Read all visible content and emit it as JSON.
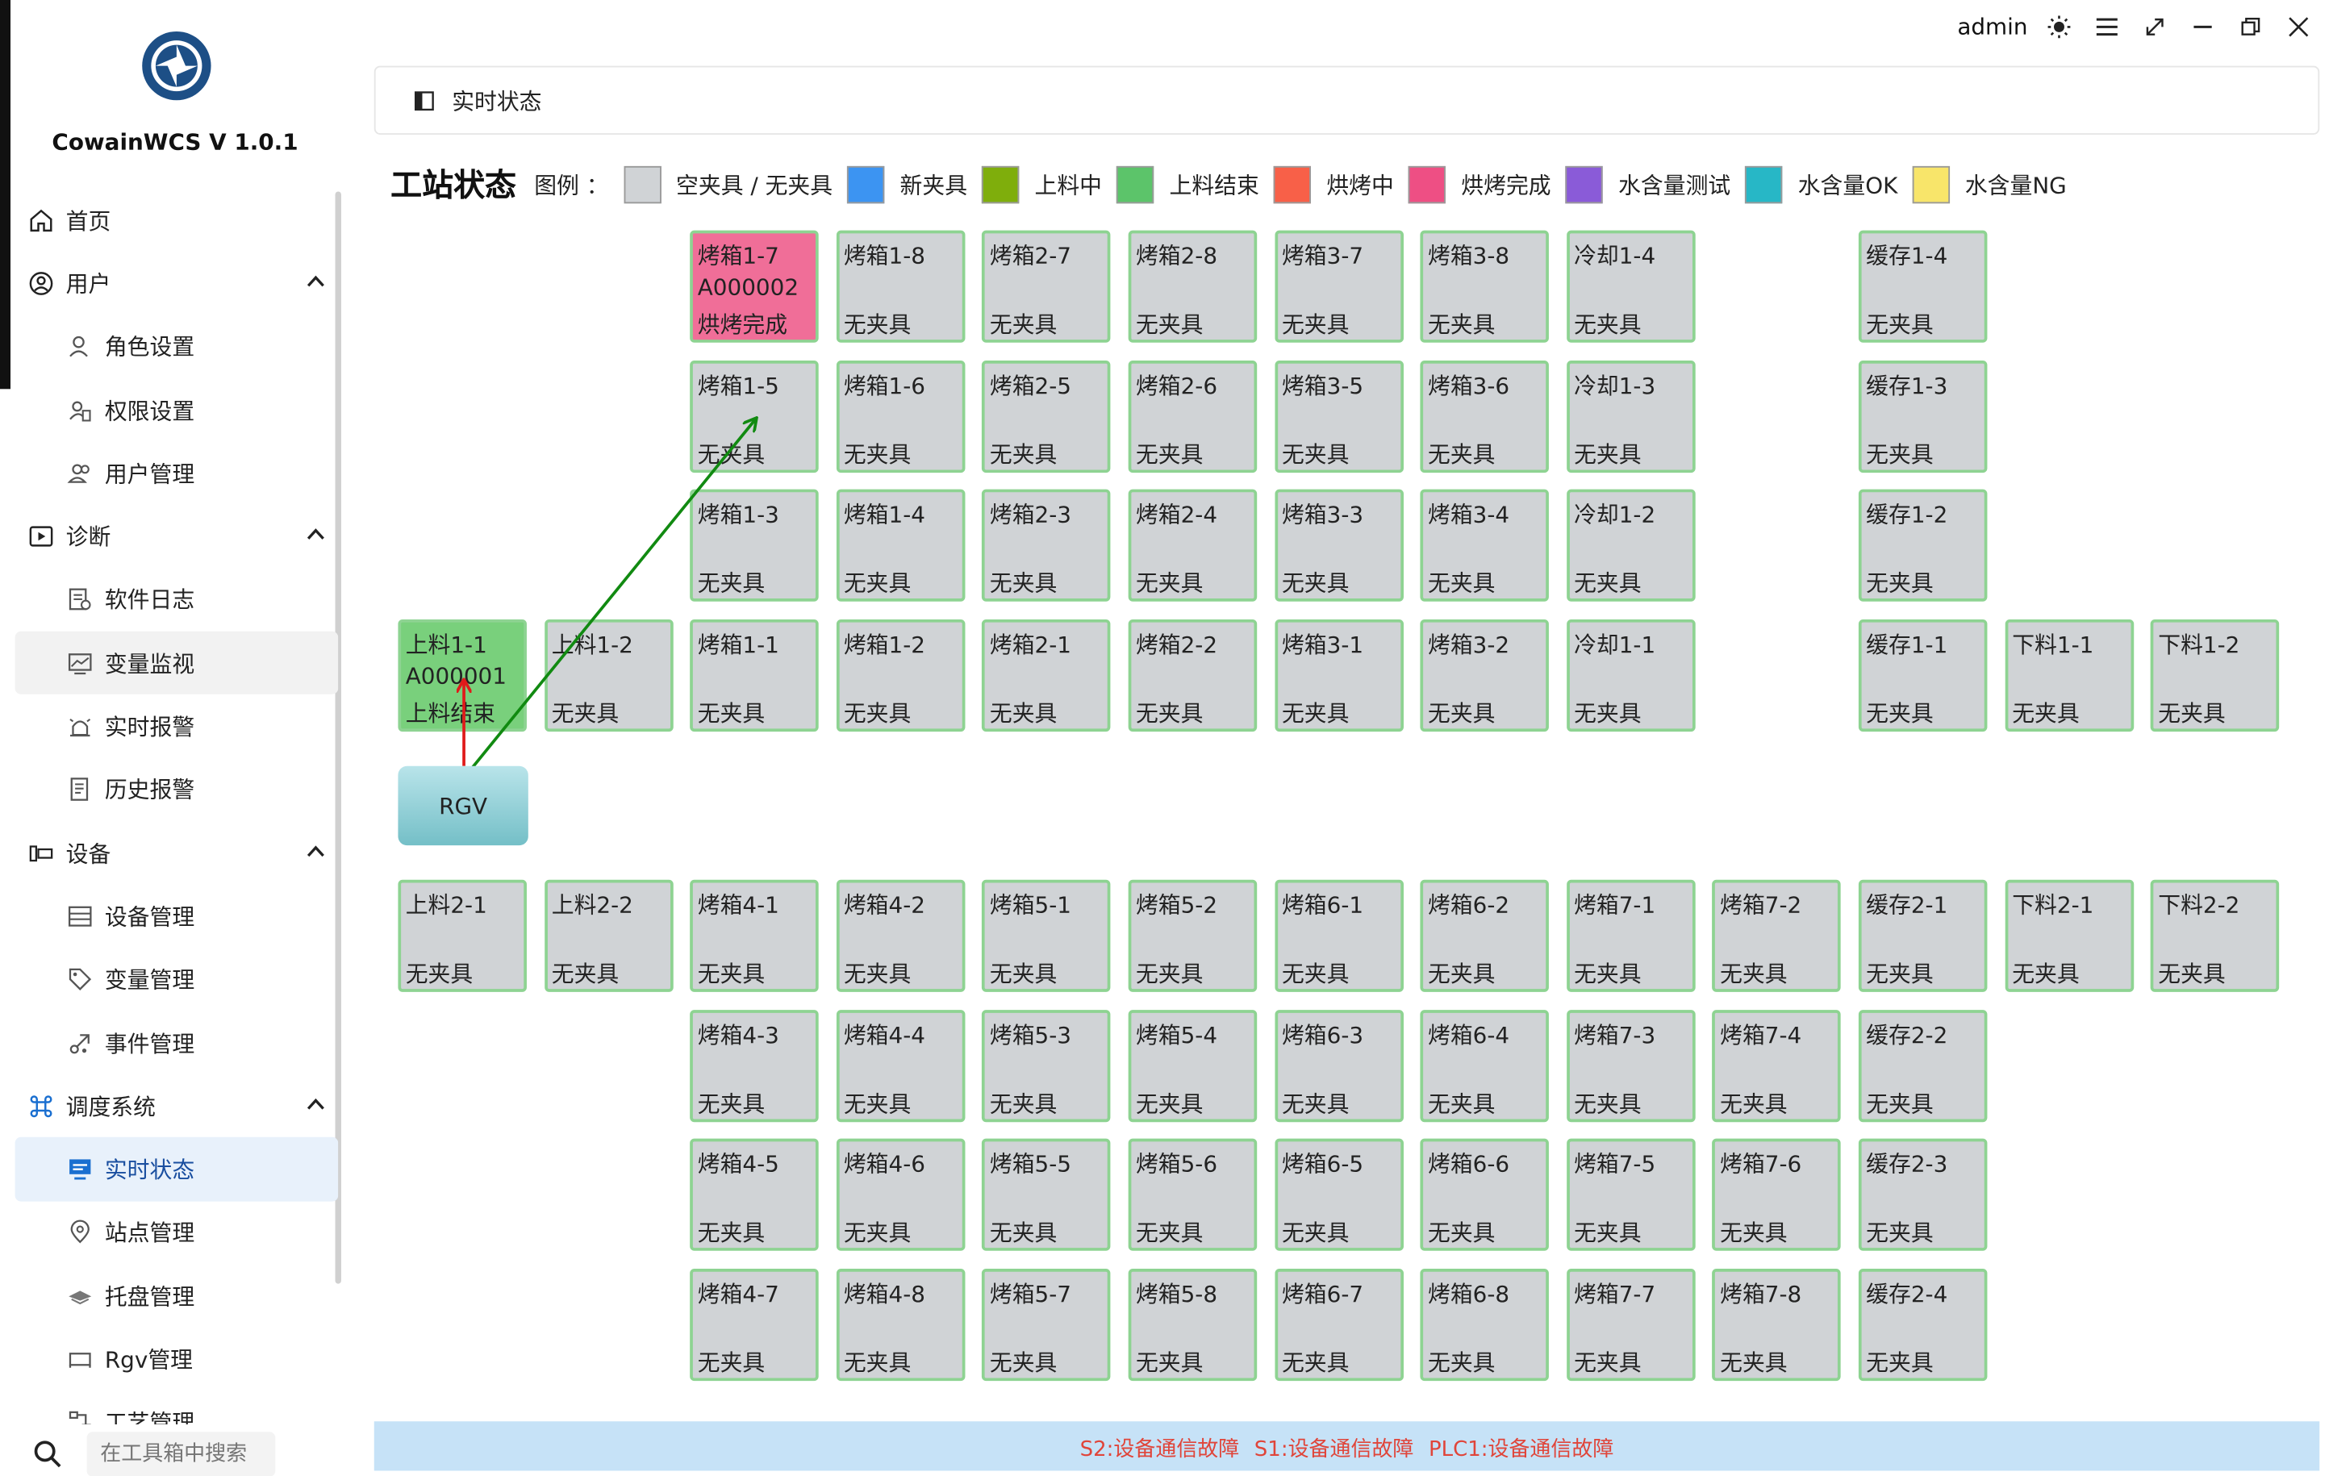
{
  "app": {
    "name": "CowainWCS  V 1.0.1"
  },
  "titlebar": {
    "user": "admin"
  },
  "sidebar": {
    "items": [
      {
        "label": "首页",
        "icon": "home-icon",
        "level": "top"
      },
      {
        "label": "用户",
        "icon": "user-circle-icon",
        "level": "top",
        "expanded": true
      },
      {
        "label": "角色设置",
        "icon": "role-icon",
        "level": "sub"
      },
      {
        "label": "权限设置",
        "icon": "permission-icon",
        "level": "sub"
      },
      {
        "label": "用户管理",
        "icon": "users-icon",
        "level": "sub"
      },
      {
        "label": "诊断",
        "icon": "play-square-icon",
        "level": "top",
        "expanded": true
      },
      {
        "label": "软件日志",
        "icon": "log-icon",
        "level": "sub"
      },
      {
        "label": "变量监视",
        "icon": "monitor-chart-icon",
        "level": "sub"
      },
      {
        "label": "实时报警",
        "icon": "alarm-icon",
        "level": "sub"
      },
      {
        "label": "历史报警",
        "icon": "history-doc-icon",
        "level": "sub"
      },
      {
        "label": "设备",
        "icon": "device-icon",
        "level": "top",
        "expanded": true
      },
      {
        "label": "设备管理",
        "icon": "table-icon",
        "level": "sub"
      },
      {
        "label": "变量管理",
        "icon": "tag-icon",
        "level": "sub"
      },
      {
        "label": "事件管理",
        "icon": "event-icon",
        "level": "sub"
      },
      {
        "label": "调度系统",
        "icon": "command-icon",
        "level": "top",
        "expanded": true
      },
      {
        "label": "实时状态",
        "icon": "realtime-icon",
        "level": "sub",
        "active": true
      },
      {
        "label": "站点管理",
        "icon": "location-pin-icon",
        "level": "sub"
      },
      {
        "label": "托盘管理",
        "icon": "tray-icon",
        "level": "sub"
      },
      {
        "label": "Rgv管理",
        "icon": "rgv-icon",
        "level": "sub"
      },
      {
        "label": "工艺管理",
        "icon": "process-icon",
        "level": "sub"
      }
    ],
    "search_placeholder": "在工具箱中搜索"
  },
  "tab": {
    "label": "实时状态"
  },
  "legend": {
    "title": "工站状态",
    "label": "图例 ：",
    "items": [
      {
        "label": "空夹具 / 无夹具",
        "color": "#d0d3d6"
      },
      {
        "label": "新夹具",
        "color": "#3c94f2"
      },
      {
        "label": "上料中",
        "color": "#7fae0c"
      },
      {
        "label": "上料结束",
        "color": "#5cc46a"
      },
      {
        "label": "烘烤中",
        "color": "#f86048"
      },
      {
        "label": "烘烤完成",
        "color": "#ee4f84"
      },
      {
        "label": "水含量测试",
        "color": "#8a5bd8"
      },
      {
        "label": "水含量OK",
        "color": "#27b7c6"
      },
      {
        "label": "水含量NG",
        "color": "#f8e56a"
      }
    ]
  },
  "stations": [
    {
      "name": "烤箱1-7",
      "lines": [
        "A000002",
        "烘烤完成"
      ],
      "color": "#f06e98",
      "col": 2,
      "row": 0
    },
    {
      "name": "烤箱1-8",
      "lines": [
        "",
        "无夹具"
      ],
      "col": 3,
      "row": 0
    },
    {
      "name": "烤箱2-7",
      "lines": [
        "",
        "无夹具"
      ],
      "col": 4,
      "row": 0
    },
    {
      "name": "烤箱2-8",
      "lines": [
        "",
        "无夹具"
      ],
      "col": 5,
      "row": 0
    },
    {
      "name": "烤箱3-7",
      "lines": [
        "",
        "无夹具"
      ],
      "col": 6,
      "row": 0
    },
    {
      "name": "烤箱3-8",
      "lines": [
        "",
        "无夹具"
      ],
      "col": 7,
      "row": 0
    },
    {
      "name": "冷却1-4",
      "lines": [
        "",
        "无夹具"
      ],
      "col": 8,
      "row": 0
    },
    {
      "name": "缓存1-4",
      "lines": [
        "",
        "无夹具"
      ],
      "col": 10,
      "row": 0
    },
    {
      "name": "烤箱1-5",
      "lines": [
        "",
        "无夹具"
      ],
      "col": 2,
      "row": 1
    },
    {
      "name": "烤箱1-6",
      "lines": [
        "",
        "无夹具"
      ],
      "col": 3,
      "row": 1
    },
    {
      "name": "烤箱2-5",
      "lines": [
        "",
        "无夹具"
      ],
      "col": 4,
      "row": 1
    },
    {
      "name": "烤箱2-6",
      "lines": [
        "",
        "无夹具"
      ],
      "col": 5,
      "row": 1
    },
    {
      "name": "烤箱3-5",
      "lines": [
        "",
        "无夹具"
      ],
      "col": 6,
      "row": 1
    },
    {
      "name": "烤箱3-6",
      "lines": [
        "",
        "无夹具"
      ],
      "col": 7,
      "row": 1
    },
    {
      "name": "冷却1-3",
      "lines": [
        "",
        "无夹具"
      ],
      "col": 8,
      "row": 1
    },
    {
      "name": "缓存1-3",
      "lines": [
        "",
        "无夹具"
      ],
      "col": 10,
      "row": 1
    },
    {
      "name": "烤箱1-3",
      "lines": [
        "",
        "无夹具"
      ],
      "col": 2,
      "row": 2
    },
    {
      "name": "烤箱1-4",
      "lines": [
        "",
        "无夹具"
      ],
      "col": 3,
      "row": 2
    },
    {
      "name": "烤箱2-3",
      "lines": [
        "",
        "无夹具"
      ],
      "col": 4,
      "row": 2
    },
    {
      "name": "烤箱2-4",
      "lines": [
        "",
        "无夹具"
      ],
      "col": 5,
      "row": 2
    },
    {
      "name": "烤箱3-3",
      "lines": [
        "",
        "无夹具"
      ],
      "col": 6,
      "row": 2
    },
    {
      "name": "烤箱3-4",
      "lines": [
        "",
        "无夹具"
      ],
      "col": 7,
      "row": 2
    },
    {
      "name": "冷却1-2",
      "lines": [
        "",
        "无夹具"
      ],
      "col": 8,
      "row": 2
    },
    {
      "name": "缓存1-2",
      "lines": [
        "",
        "无夹具"
      ],
      "col": 10,
      "row": 2
    },
    {
      "name": "上料1-1",
      "lines": [
        "A000001",
        "上料结束"
      ],
      "color": "#79d07c",
      "col": 0,
      "row": 3
    },
    {
      "name": "上料1-2",
      "lines": [
        "",
        "无夹具"
      ],
      "col": 1,
      "row": 3
    },
    {
      "name": "烤箱1-1",
      "lines": [
        "",
        "无夹具"
      ],
      "col": 2,
      "row": 3
    },
    {
      "name": "烤箱1-2",
      "lines": [
        "",
        "无夹具"
      ],
      "col": 3,
      "row": 3
    },
    {
      "name": "烤箱2-1",
      "lines": [
        "",
        "无夹具"
      ],
      "col": 4,
      "row": 3
    },
    {
      "name": "烤箱2-2",
      "lines": [
        "",
        "无夹具"
      ],
      "col": 5,
      "row": 3
    },
    {
      "name": "烤箱3-1",
      "lines": [
        "",
        "无夹具"
      ],
      "col": 6,
      "row": 3
    },
    {
      "name": "烤箱3-2",
      "lines": [
        "",
        "无夹具"
      ],
      "col": 7,
      "row": 3
    },
    {
      "name": "冷却1-1",
      "lines": [
        "",
        "无夹具"
      ],
      "col": 8,
      "row": 3
    },
    {
      "name": "缓存1-1",
      "lines": [
        "",
        "无夹具"
      ],
      "col": 10,
      "row": 3
    },
    {
      "name": "下料1-1",
      "lines": [
        "",
        "无夹具"
      ],
      "col": 11,
      "row": 3
    },
    {
      "name": "下料1-2",
      "lines": [
        "",
        "无夹具"
      ],
      "col": 12,
      "row": 3
    },
    {
      "name": "上料2-1",
      "lines": [
        "",
        "无夹具"
      ],
      "col": 0,
      "row": 5
    },
    {
      "name": "上料2-2",
      "lines": [
        "",
        "无夹具"
      ],
      "col": 1,
      "row": 5
    },
    {
      "name": "烤箱4-1",
      "lines": [
        "",
        "无夹具"
      ],
      "col": 2,
      "row": 5
    },
    {
      "name": "烤箱4-2",
      "lines": [
        "",
        "无夹具"
      ],
      "col": 3,
      "row": 5
    },
    {
      "name": "烤箱5-1",
      "lines": [
        "",
        "无夹具"
      ],
      "col": 4,
      "row": 5
    },
    {
      "name": "烤箱5-2",
      "lines": [
        "",
        "无夹具"
      ],
      "col": 5,
      "row": 5
    },
    {
      "name": "烤箱6-1",
      "lines": [
        "",
        "无夹具"
      ],
      "col": 6,
      "row": 5
    },
    {
      "name": "烤箱6-2",
      "lines": [
        "",
        "无夹具"
      ],
      "col": 7,
      "row": 5
    },
    {
      "name": "烤箱7-1",
      "lines": [
        "",
        "无夹具"
      ],
      "col": 8,
      "row": 5
    },
    {
      "name": "烤箱7-2",
      "lines": [
        "",
        "无夹具"
      ],
      "col": 9,
      "row": 5
    },
    {
      "name": "缓存2-1",
      "lines": [
        "",
        "无夹具"
      ],
      "col": 10,
      "row": 5
    },
    {
      "name": "下料2-1",
      "lines": [
        "",
        "无夹具"
      ],
      "col": 11,
      "row": 5
    },
    {
      "name": "下料2-2",
      "lines": [
        "",
        "无夹具"
      ],
      "col": 12,
      "row": 5
    },
    {
      "name": "烤箱4-3",
      "lines": [
        "",
        "无夹具"
      ],
      "col": 2,
      "row": 6
    },
    {
      "name": "烤箱4-4",
      "lines": [
        "",
        "无夹具"
      ],
      "col": 3,
      "row": 6
    },
    {
      "name": "烤箱5-3",
      "lines": [
        "",
        "无夹具"
      ],
      "col": 4,
      "row": 6
    },
    {
      "name": "烤箱5-4",
      "lines": [
        "",
        "无夹具"
      ],
      "col": 5,
      "row": 6
    },
    {
      "name": "烤箱6-3",
      "lines": [
        "",
        "无夹具"
      ],
      "col": 6,
      "row": 6
    },
    {
      "name": "烤箱6-4",
      "lines": [
        "",
        "无夹具"
      ],
      "col": 7,
      "row": 6
    },
    {
      "name": "烤箱7-3",
      "lines": [
        "",
        "无夹具"
      ],
      "col": 8,
      "row": 6
    },
    {
      "name": "烤箱7-4",
      "lines": [
        "",
        "无夹具"
      ],
      "col": 9,
      "row": 6
    },
    {
      "name": "缓存2-2",
      "lines": [
        "",
        "无夹具"
      ],
      "col": 10,
      "row": 6
    },
    {
      "name": "烤箱4-5",
      "lines": [
        "",
        "无夹具"
      ],
      "col": 2,
      "row": 7
    },
    {
      "name": "烤箱4-6",
      "lines": [
        "",
        "无夹具"
      ],
      "col": 3,
      "row": 7
    },
    {
      "name": "烤箱5-5",
      "lines": [
        "",
        "无夹具"
      ],
      "col": 4,
      "row": 7
    },
    {
      "name": "烤箱5-6",
      "lines": [
        "",
        "无夹具"
      ],
      "col": 5,
      "row": 7
    },
    {
      "name": "烤箱6-5",
      "lines": [
        "",
        "无夹具"
      ],
      "col": 6,
      "row": 7
    },
    {
      "name": "烤箱6-6",
      "lines": [
        "",
        "无夹具"
      ],
      "col": 7,
      "row": 7
    },
    {
      "name": "烤箱7-5",
      "lines": [
        "",
        "无夹具"
      ],
      "col": 8,
      "row": 7
    },
    {
      "name": "烤箱7-6",
      "lines": [
        "",
        "无夹具"
      ],
      "col": 9,
      "row": 7
    },
    {
      "name": "缓存2-3",
      "lines": [
        "",
        "无夹具"
      ],
      "col": 10,
      "row": 7
    },
    {
      "name": "烤箱4-7",
      "lines": [
        "",
        "无夹具"
      ],
      "col": 2,
      "row": 8
    },
    {
      "name": "烤箱4-8",
      "lines": [
        "",
        "无夹具"
      ],
      "col": 3,
      "row": 8
    },
    {
      "name": "烤箱5-7",
      "lines": [
        "",
        "无夹具"
      ],
      "col": 4,
      "row": 8
    },
    {
      "name": "烤箱5-8",
      "lines": [
        "",
        "无夹具"
      ],
      "col": 5,
      "row": 8
    },
    {
      "name": "烤箱6-7",
      "lines": [
        "",
        "无夹具"
      ],
      "col": 6,
      "row": 8
    },
    {
      "name": "烤箱6-8",
      "lines": [
        "",
        "无夹具"
      ],
      "col": 7,
      "row": 8
    },
    {
      "name": "烤箱7-7",
      "lines": [
        "",
        "无夹具"
      ],
      "col": 8,
      "row": 8
    },
    {
      "name": "烤箱7-8",
      "lines": [
        "",
        "无夹具"
      ],
      "col": 9,
      "row": 8
    },
    {
      "name": "缓存2-4",
      "lines": [
        "",
        "无夹具"
      ],
      "col": 10,
      "row": 8
    }
  ],
  "rgv": {
    "label": "RGV"
  },
  "status": {
    "messages": [
      "S2:设备通信故障",
      "S1:设备通信故障",
      "PLC1:设备通信故障"
    ],
    "color": "#e0453a"
  }
}
